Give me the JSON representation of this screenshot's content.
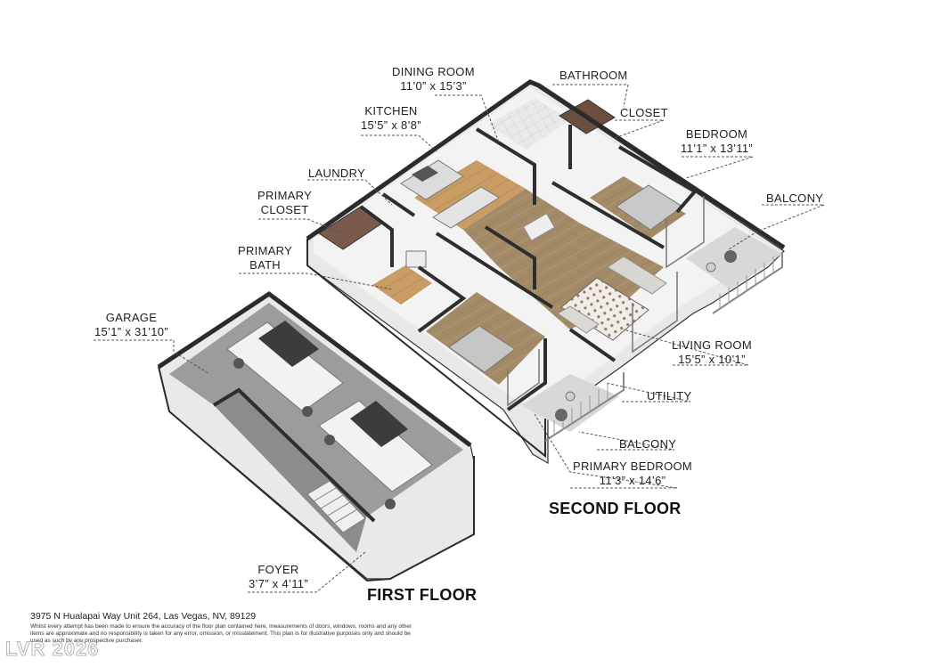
{
  "floors": {
    "first_floor_title": "FIRST FLOOR",
    "second_floor_title": "SECOND FLOOR"
  },
  "rooms": {
    "dining_room": {
      "name": "DINING ROOM",
      "size": "11’0” x 15’3”"
    },
    "bathroom": {
      "name": "BATHROOM"
    },
    "kitchen": {
      "name": "KITCHEN",
      "size": "15’5” x 8’8”"
    },
    "closet": {
      "name": "CLOSET"
    },
    "bedroom": {
      "name": "BEDROOM",
      "size": "11’1” x 13’11”"
    },
    "laundry": {
      "name": "LAUNDRY"
    },
    "primary_closet": {
      "name_line1": "PRIMARY",
      "name_line2": "CLOSET"
    },
    "balcony_right": {
      "name": "BALCONY"
    },
    "primary_bath": {
      "name_line1": "PRIMARY",
      "name_line2": "BATH"
    },
    "garage": {
      "name": "GARAGE",
      "size": "15’1” x 31’10”"
    },
    "living_room": {
      "name": "LIVING ROOM",
      "size": "15’5” x 10’1”"
    },
    "utility": {
      "name": "UTILITY"
    },
    "balcony_lower": {
      "name": "BALCONY"
    },
    "primary_bedroom": {
      "name": "PRIMARY BEDROOM",
      "size": "11’3” x 14’6”"
    },
    "foyer": {
      "name": "FOYER",
      "size": "3’7” x 4’11”"
    }
  },
  "footer": {
    "address": "3975 N Hualapai Way Unit 264, Las Vegas, NV, 89129",
    "disclaimer": "Whilst every attempt has been made to ensure the accuracy of the floor plan contained here, measurements of doors, windows, rooms and any other items are approximate and no responsibility is taken for any error, omission, or misstatement. This plan is for illustrative purposes only and should be used as such by any prospective purchaser.",
    "watermark": "LVR 2026"
  },
  "colors": {
    "wall_top": "#3a3a3a",
    "wall_side": "#e6e6e6",
    "wall_face": "#f4f4f4",
    "floor_wood": "#a8906d",
    "floor_wood_light": "#c9a06a",
    "floor_concrete": "#a9a9a9",
    "leader_line": "#555555"
  }
}
